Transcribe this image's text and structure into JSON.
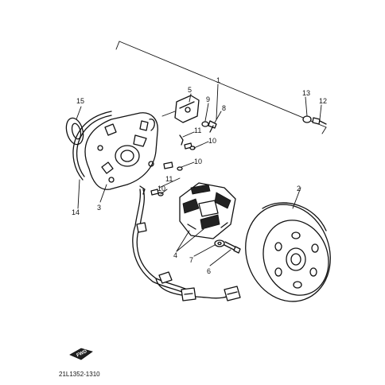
{
  "callouts": {
    "c1": "1",
    "c2": "2",
    "c3": "3",
    "c4": "4",
    "c5": "5",
    "c6": "6",
    "c7": "7",
    "c8": "8",
    "c9": "9",
    "c10a": "10",
    "c10b": "10",
    "c10c": "10",
    "c11a": "11",
    "c11b": "11",
    "c12": "12",
    "c13": "13",
    "c14": "14",
    "c15": "15"
  },
  "footer": {
    "fwd_label": "FWD",
    "part_code": "21L1352-1310"
  }
}
